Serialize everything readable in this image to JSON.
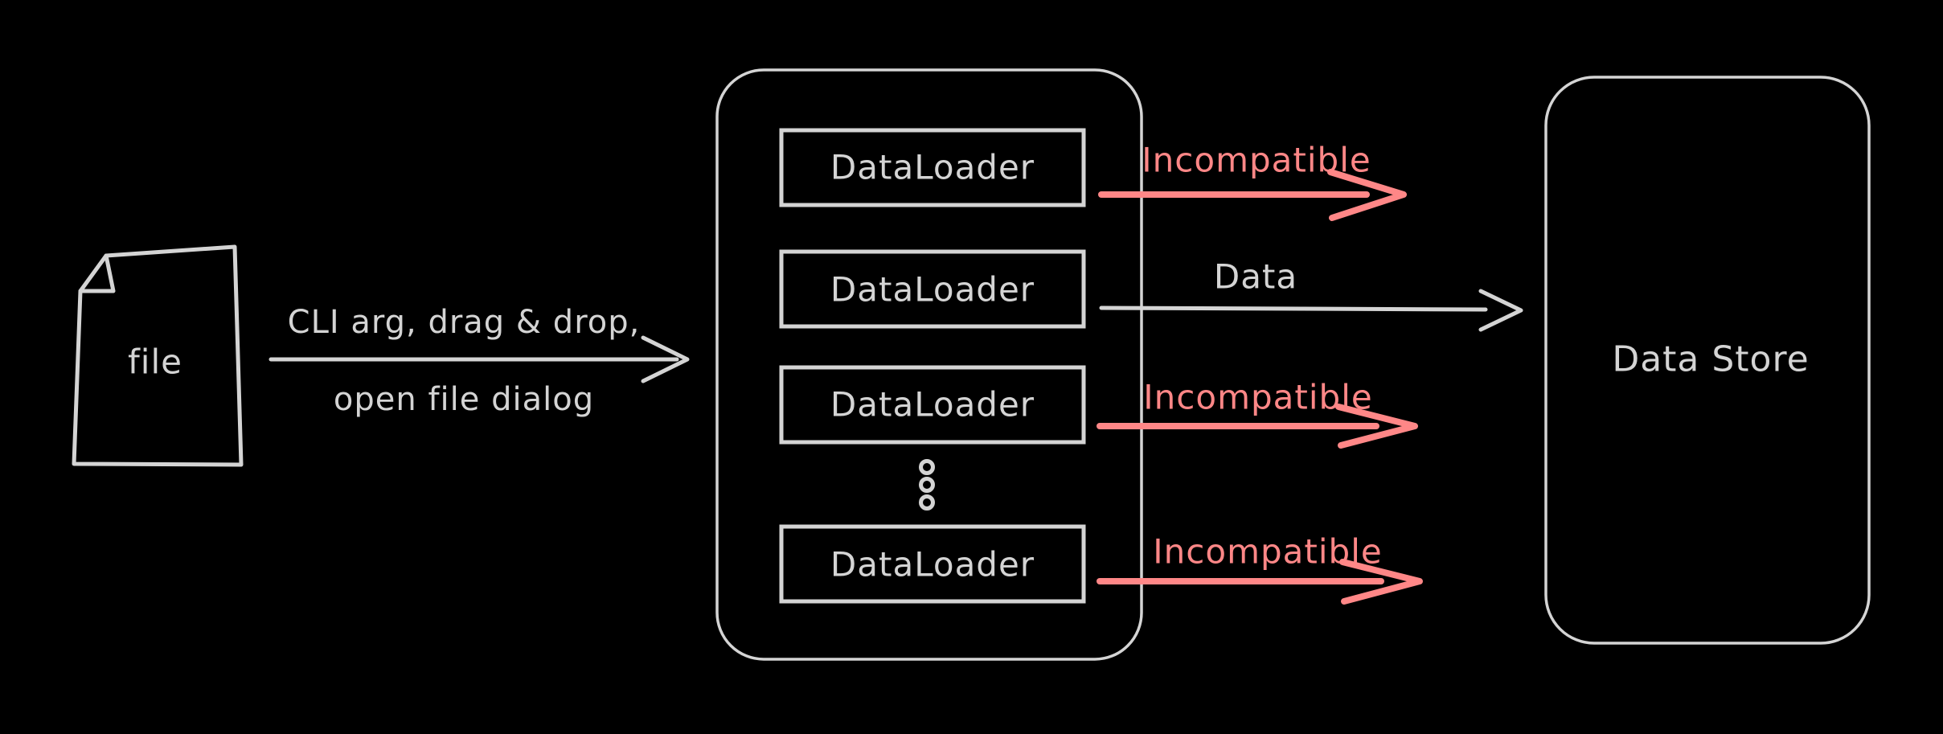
{
  "palette": {
    "background": "#000000",
    "stroke_gray": "#d4d4d4",
    "incompatible_red": "#ff8787"
  },
  "file_node": {
    "label": "file"
  },
  "ingest_arrow": {
    "label_top": "CLI arg, drag & drop,",
    "label_bottom": "open file dialog"
  },
  "loader_stack": {
    "loaders": [
      "DataLoader",
      "DataLoader",
      "DataLoader",
      "DataLoader"
    ],
    "ellipsis_dot_count": 3
  },
  "flows": [
    {
      "label": "Incompatible",
      "type": "incompatible",
      "color": "#ff8787"
    },
    {
      "label": "Data",
      "type": "data",
      "color": "#d4d4d4"
    },
    {
      "label": "Incompatible",
      "type": "incompatible",
      "color": "#ff8787"
    },
    {
      "label": "Incompatible",
      "type": "incompatible",
      "color": "#ff8787"
    }
  ],
  "data_store": {
    "label": "Data Store"
  }
}
